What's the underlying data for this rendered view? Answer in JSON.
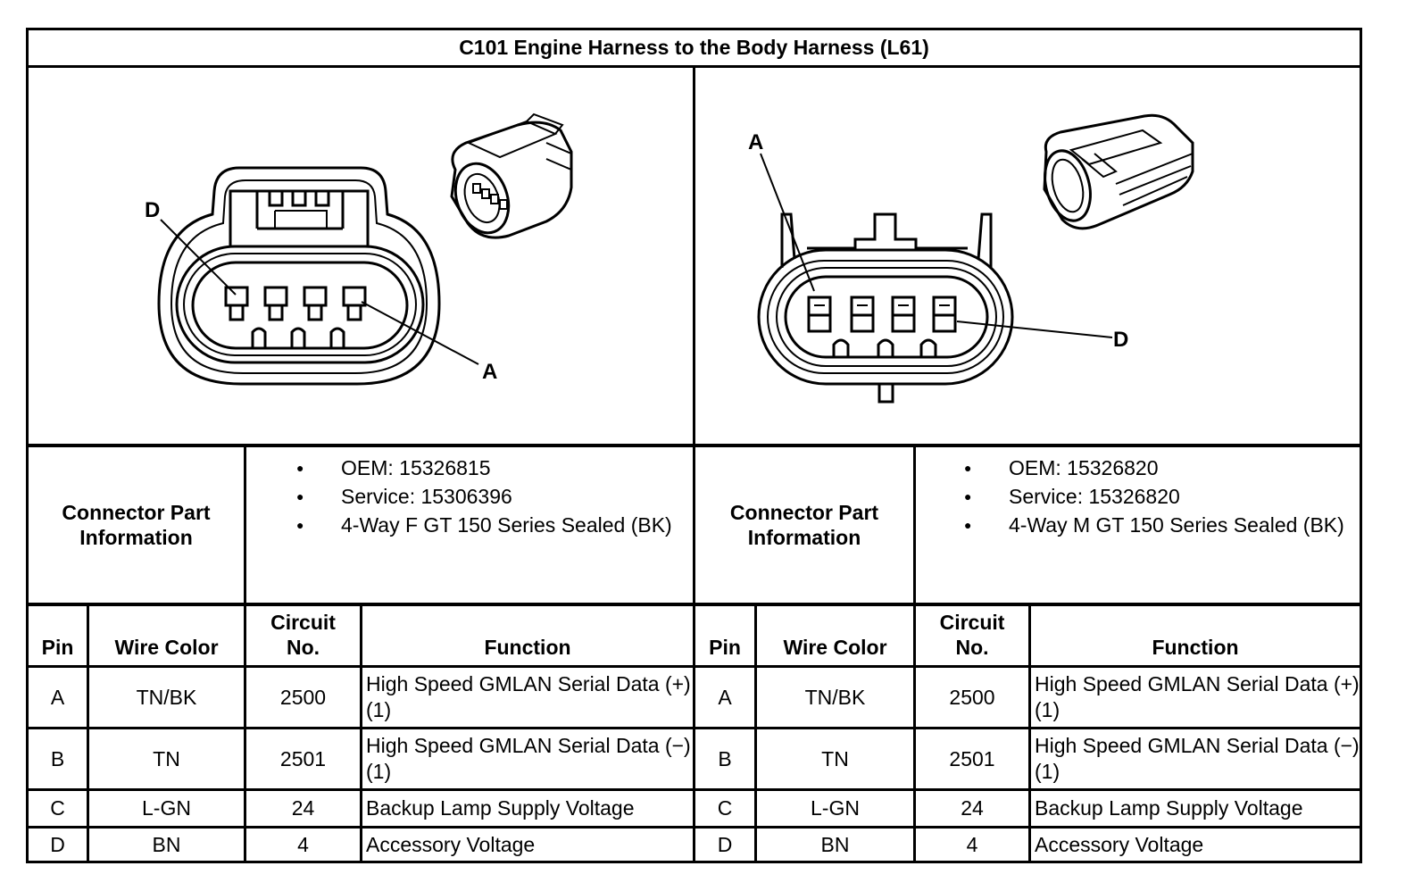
{
  "title": "C101 Engine Harness to the Body Harness (L61)",
  "left": {
    "pin_labels": {
      "top": "D",
      "bottom": "A"
    },
    "info_label": "Connector Part Information",
    "info_items": [
      "OEM: 15326815",
      "Service: 15306396",
      "4-Way F GT 150 Series Sealed (BK)"
    ]
  },
  "right": {
    "pin_labels": {
      "top": "A",
      "bottom": "D"
    },
    "info_label": "Connector Part Information",
    "info_items": [
      "OEM: 15326820",
      "Service: 15326820",
      "4-Way M GT 150 Series Sealed (BK)"
    ]
  },
  "table": {
    "headers": {
      "pin": "Pin",
      "wire_color": "Wire Color",
      "circuit": "Circuit No.",
      "function": "Function"
    },
    "rows": [
      {
        "pin": "A",
        "wire_color": "TN/BK",
        "circuit": "2500",
        "function": "High Speed GMLAN Serial Data (+) (1)"
      },
      {
        "pin": "B",
        "wire_color": "TN",
        "circuit": "2501",
        "function": "High Speed GMLAN Serial Data (−) (1)"
      },
      {
        "pin": "C",
        "wire_color": "L-GN",
        "circuit": "24",
        "function": "Backup Lamp Supply Voltage"
      },
      {
        "pin": "D",
        "wire_color": "BN",
        "circuit": "4",
        "function": "Accessory Voltage"
      }
    ]
  }
}
